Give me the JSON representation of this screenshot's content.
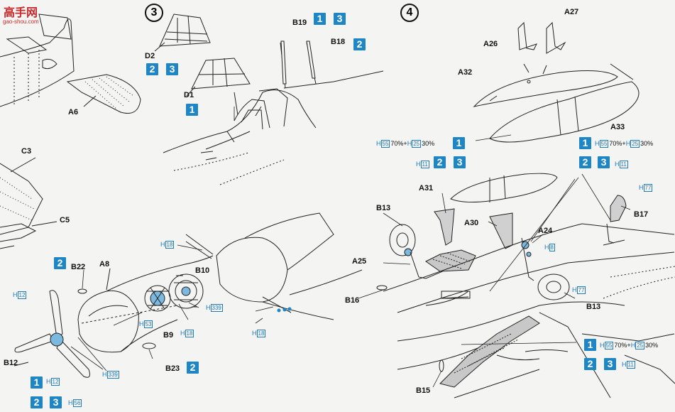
{
  "watermark": {
    "site": "高手网",
    "url": "gao-shou.com"
  },
  "steps": {
    "step3": "3",
    "step4": "4"
  },
  "parts": {
    "A6": "A6",
    "C3": "C3",
    "C5": "C5",
    "D2": "D2",
    "D1": "D1",
    "B19": "B19",
    "B18": "B18",
    "A27": "A27",
    "A26": "A26",
    "A32": "A32",
    "A33": "A33",
    "B22": "B22",
    "A8": "A8",
    "B10": "B10",
    "B9": "B9",
    "B23": "B23",
    "B12": "B12",
    "A31": "A31",
    "B13a": "B13",
    "A30": "A30",
    "A24": "A24",
    "A25": "A25",
    "B16": "B16",
    "B17": "B17",
    "B13b": "B13",
    "B15": "B15"
  },
  "markers": {
    "one": "1",
    "two": "2",
    "three": "3"
  },
  "paints": {
    "h12": "12",
    "h18": "18",
    "h339": "339",
    "h53": "53",
    "h56": "56",
    "h11": "11",
    "h8": "8",
    "h77": "77",
    "h55": "55",
    "h25": "25"
  },
  "paint_prefix": "H",
  "mix": {
    "pct70": "70%",
    "plus": "+",
    "pct30": "30%"
  },
  "colors": {
    "accent_blue": "#1f86c6",
    "paint_blue": "#1f7ab8",
    "watermark_red": "#c8282a",
    "line": "#222222"
  }
}
